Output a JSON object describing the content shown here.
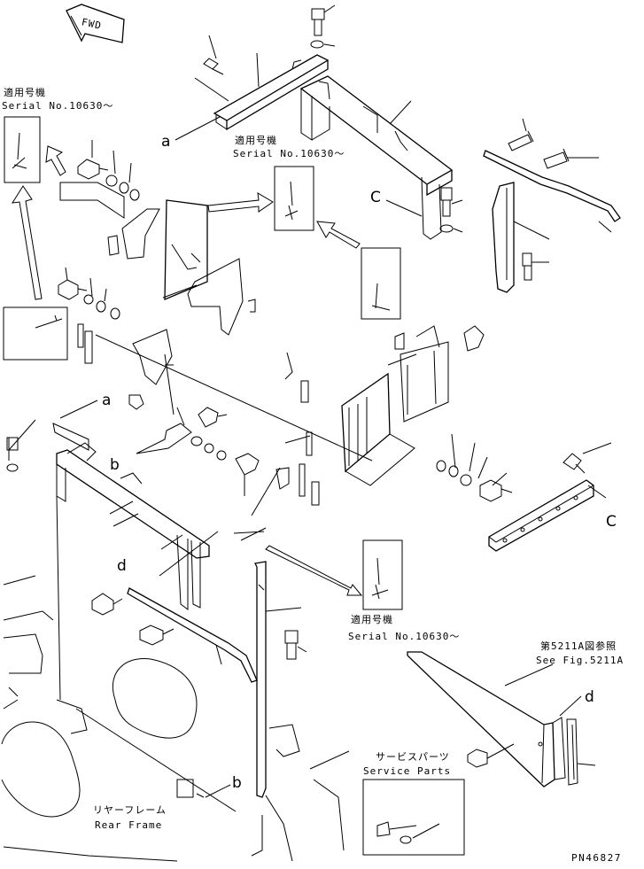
{
  "orientation": {
    "fwd": "FWD"
  },
  "applicable_notes": [
    {
      "jp": "適用号機",
      "en": "Serial No.10630～"
    },
    {
      "jp": "適用号機",
      "en": "Serial No.10630～"
    },
    {
      "jp": "適用号機",
      "en": "Serial No.10630～"
    }
  ],
  "see_fig": {
    "jp": "第5211A図参照",
    "en": "See Fig.5211A"
  },
  "service_parts": {
    "jp": "サービスパーツ",
    "en": "Service Parts"
  },
  "rear_frame": {
    "jp": "リヤーフレーム",
    "en": "Rear Frame"
  },
  "ref_labels": {
    "a1": "a",
    "a2": "a",
    "b1": "b",
    "b2": "b",
    "c1": "C",
    "c2": "C",
    "d1": "d",
    "d2": "d"
  },
  "part_number": "PN46827"
}
